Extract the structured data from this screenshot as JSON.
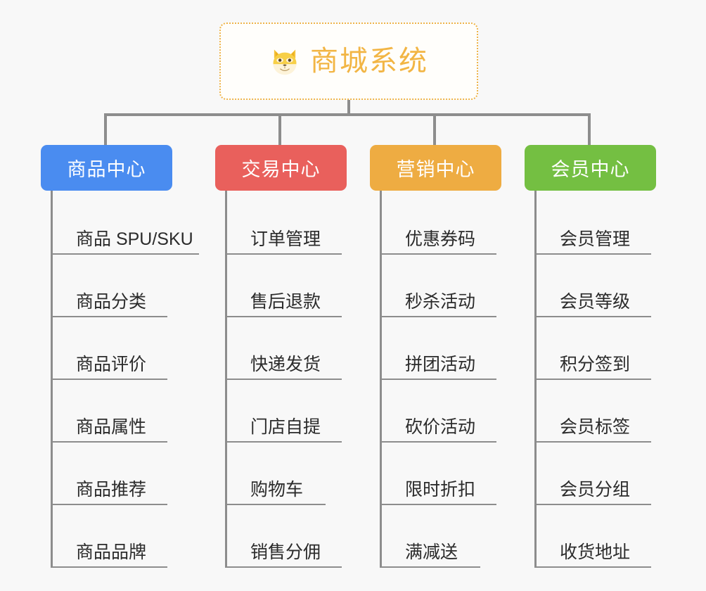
{
  "background_color": "#f8f8f8",
  "root": {
    "icon": "shiba-dog-face-icon",
    "title": "商城系统",
    "title_color": "#f2b544",
    "border_color": "#eeb44a"
  },
  "branches": [
    {
      "title": "商品中心",
      "color": "#4a8cf0",
      "items": [
        {
          "label": "商品 SPU/SKU",
          "underline_width": 208
        },
        {
          "label": "商品分类",
          "underline_width": 163
        },
        {
          "label": "商品评价",
          "underline_width": 163
        },
        {
          "label": "商品属性",
          "underline_width": 163
        },
        {
          "label": "商品推荐",
          "underline_width": 163
        },
        {
          "label": "商品品牌",
          "underline_width": 163
        }
      ]
    },
    {
      "title": "交易中心",
      "color": "#e9605c",
      "items": [
        {
          "label": "订单管理",
          "underline_width": 163
        },
        {
          "label": "售后退款",
          "underline_width": 163
        },
        {
          "label": "快递发货",
          "underline_width": 163
        },
        {
          "label": "门店自提",
          "underline_width": 163
        },
        {
          "label": "购物车",
          "underline_width": 140
        },
        {
          "label": "销售分佣",
          "underline_width": 163
        }
      ]
    },
    {
      "title": "营销中心",
      "color": "#eeac42",
      "items": [
        {
          "label": "优惠券码",
          "underline_width": 163
        },
        {
          "label": "秒杀活动",
          "underline_width": 163
        },
        {
          "label": "拼团活动",
          "underline_width": 163
        },
        {
          "label": "砍价活动",
          "underline_width": 163
        },
        {
          "label": "限时折扣",
          "underline_width": 163
        },
        {
          "label": "满减送",
          "underline_width": 140
        }
      ]
    },
    {
      "title": "会员中心",
      "color": "#74bf42",
      "items": [
        {
          "label": "会员管理",
          "underline_width": 163
        },
        {
          "label": "会员等级",
          "underline_width": 163
        },
        {
          "label": "积分签到",
          "underline_width": 163
        },
        {
          "label": "会员标签",
          "underline_width": 163
        },
        {
          "label": "会员分组",
          "underline_width": 163
        },
        {
          "label": "收货地址",
          "underline_width": 163
        }
      ]
    }
  ],
  "connector_color": "#8d8d8d"
}
